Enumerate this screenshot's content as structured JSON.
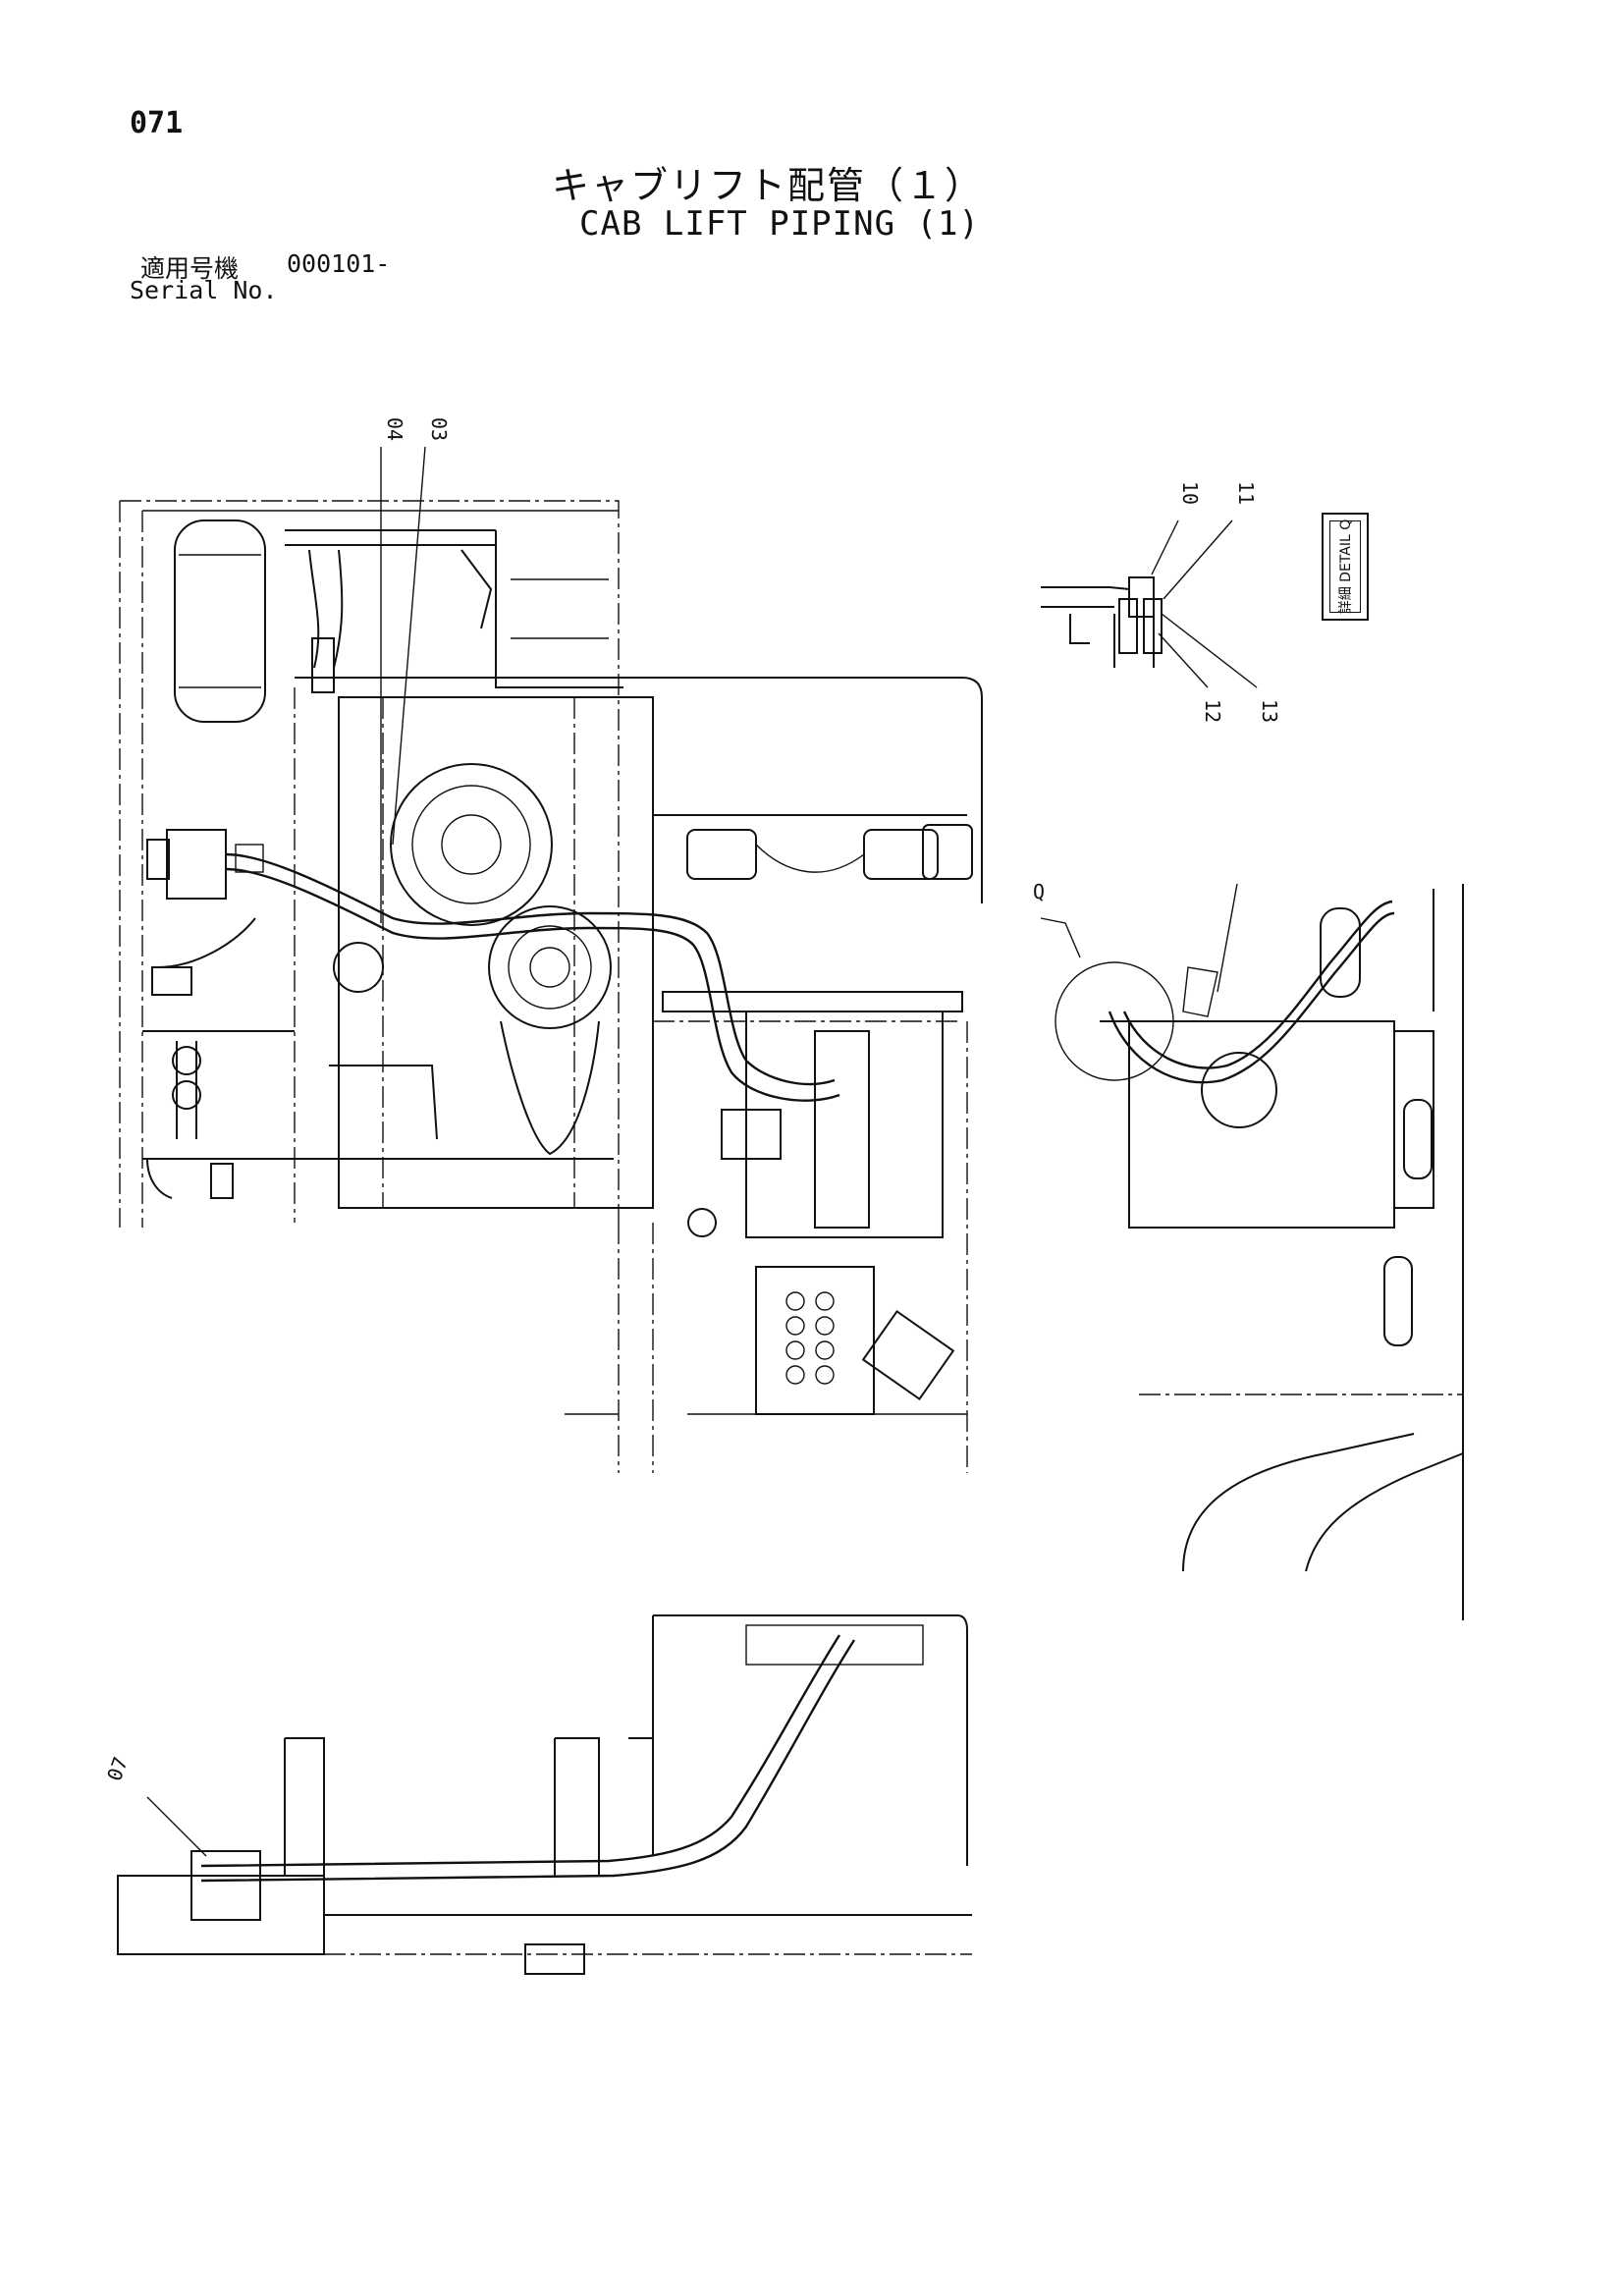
{
  "header": {
    "page_number": "071",
    "title_jp": "キャブリフト配管（１）",
    "title_en": "CAB LIFT PIPING (1)",
    "serial_label_jp": "適用号機",
    "serial_value": "000101-",
    "serial_label_en": "Serial No."
  },
  "detail_box": {
    "text": "詳細 DETAIL  Q"
  },
  "callouts": {
    "c04": "04",
    "c03": "03",
    "c10": "10",
    "c11": "11",
    "c12": "12",
    "c13": "13",
    "c07": "07",
    "detail_q": "Q"
  }
}
